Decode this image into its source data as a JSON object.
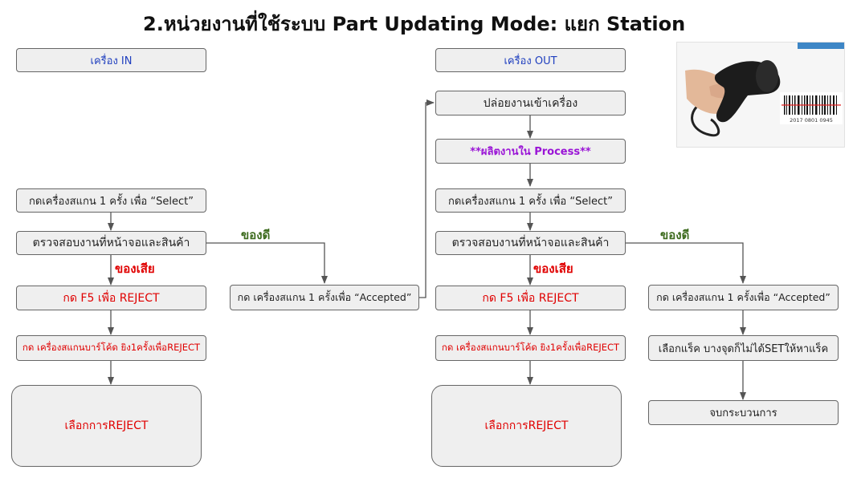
{
  "title": "2.หน่วยงานที่ใช้ระบบ  Part Updating Mode: แยก  Station",
  "left": {
    "header": "เครื่อง IN",
    "scan_select": "กดเครื่องสแกน 1 ครั้ง เพื่อ “Select”",
    "check": "ตรวจสอบงานที่หน้าจอและสินค้า",
    "good_label": "ของดี",
    "bad_label": "ของเสีย",
    "reject": "กด F5 เพื่อ REJECT",
    "scan_reject": "กด เครื่องสแกนบาร์โค้ด ยิง1ครั้งเพื่อREJECT",
    "choose_reject": "เลือกการREJECT",
    "accepted": "กด เครื่องสแกน 1 ครั้งเพื่อ “Accepted”"
  },
  "right": {
    "header": "เครื่อง OUT",
    "release": "ปล่อยงานเข้าเครื่อง",
    "process": "**ผลิตงานใน Process**",
    "scan_select": "กดเครื่องสแกน 1 ครั้ง เพื่อ “Select”",
    "check": "ตรวจสอบงานที่หน้าจอและสินค้า",
    "good_label": "ของดี",
    "bad_label": "ของเสีย",
    "reject": "กด F5 เพื่อ REJECT",
    "scan_reject": "กด เครื่องสแกนบาร์โค้ด ยิง1ครั้งเพื่อREJECT",
    "choose_reject": "เลือกการREJECT",
    "accepted": "กด เครื่องสแกน 1 ครั้งเพื่อ “Accepted”",
    "select_rack": "เลือกแร็ค บางจุดก็ไม่ได้SETให้หาแร็ค",
    "end": "จบกระบวนการ"
  },
  "photo": {
    "barcode_number": "2017 0801 0945",
    "icon": "barcode-scanner-icon"
  },
  "colors": {
    "box_fill": "#efefef",
    "box_border": "#666666",
    "header_text": "#1f3fbf",
    "reject_text": "#e00000",
    "process_text": "#9a14d6",
    "good_text": "#3d6b1e"
  }
}
